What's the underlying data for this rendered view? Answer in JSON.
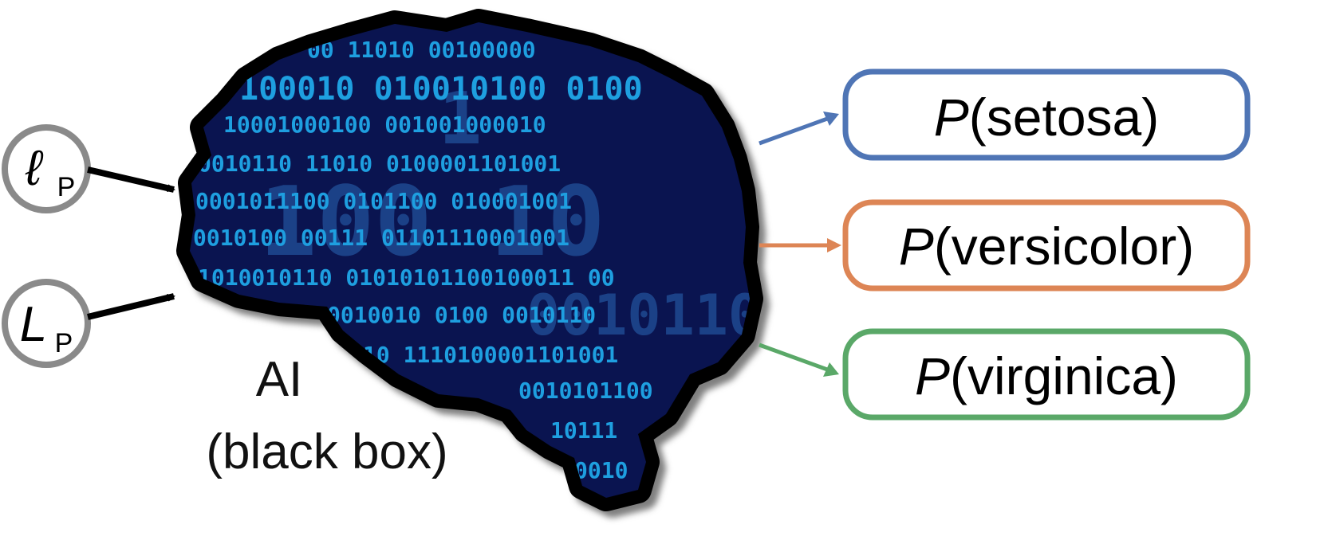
{
  "inputs": [
    {
      "symbol": "ℓ",
      "subscript": "P"
    },
    {
      "symbol": "L",
      "subscript": "P"
    }
  ],
  "black_box": {
    "line1": "AI",
    "line2": "(black box)"
  },
  "outputs": [
    {
      "prefix": "P",
      "label": "(setosa)",
      "color": "#4f75b5"
    },
    {
      "prefix": "P",
      "label": "(versicolor)",
      "color": "#dd8555"
    },
    {
      "prefix": "P",
      "label": "(virginica)",
      "color": "#5aa868"
    }
  ],
  "binary_rows": [
    "00 11010   00100000",
    "100010  010010100  0100",
    "10001000100     001001000010",
    "0010110  11010    0100001101001",
    "0001011100 0101100 010001001",
    "0010100 00111 01101110001001",
    "1010010110 01010101100100011 00",
    "0010010 0100 0010110",
    "10 1110100001101001",
    "0010101100",
    "10111",
    "0010"
  ],
  "binary_big": [
    "100 10",
    "1",
    "0010110"
  ],
  "colors": {
    "brain_fill": "#0a1450",
    "brain_outline": "#000000",
    "binary_text": "#1e9fe0",
    "circle_stroke": "#8a8a8a",
    "arrow_black": "#000000"
  }
}
